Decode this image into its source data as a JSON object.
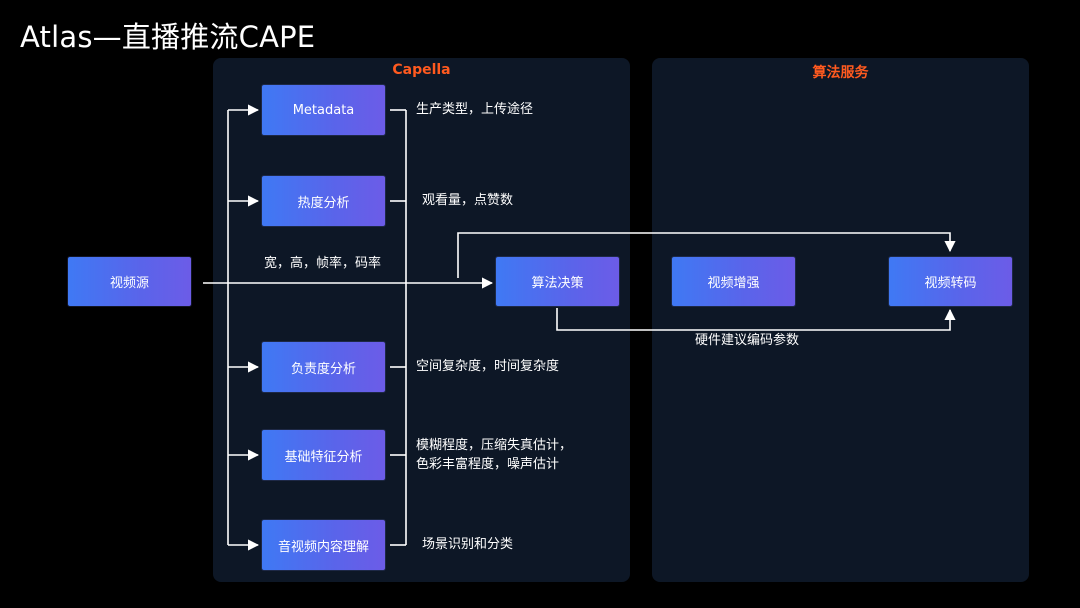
{
  "title": "Atlas—直播推流CAPE",
  "panels": {
    "capella": "Capella",
    "algo": "算法服务"
  },
  "boxes": {
    "source": "视频源",
    "metadata": "Metadata",
    "heat": "热度分析",
    "complexity": "负责度分析",
    "basic": "基础特征分析",
    "content": "音视频内容理解",
    "decision": "算法决策",
    "enhance": "视频增强",
    "transcode": "视频转码"
  },
  "notes": {
    "metadata": "生产类型，上传途径",
    "heat": "观看量，点赞数",
    "main_line": "宽，高，帧率，码率",
    "complexity": "空间复杂度，时间复杂度",
    "basic_line1": "模糊程度，压缩失真估计，",
    "basic_line2": "色彩丰富程度，噪声估计",
    "content": "场景识别和分类",
    "hw_param": "硬件建议编码参数"
  },
  "colors": {
    "background": "#000000",
    "panel": "#0d1726",
    "panel_title": "#ff5a1f",
    "box_start": "#3f79f4",
    "box_end": "#6c5ce7",
    "line": "#ffffff"
  }
}
